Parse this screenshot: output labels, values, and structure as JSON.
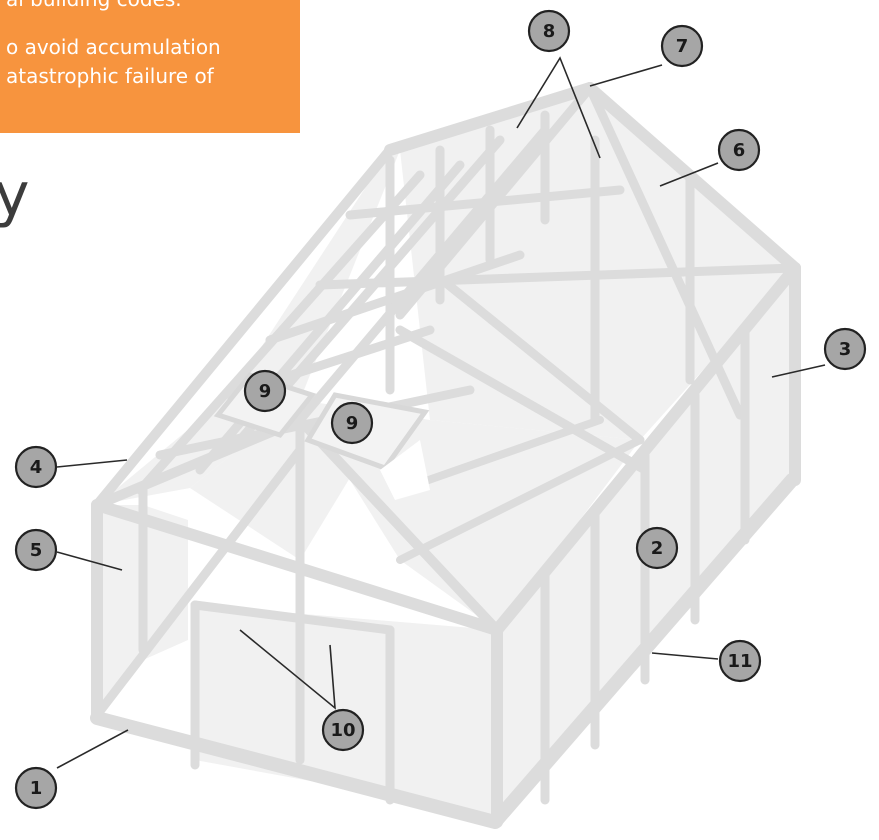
{
  "note": {
    "lines": [
      "al building codes.",
      "o avoid accumulation",
      "atastrophic failure of"
    ]
  },
  "heading_fragment": "y",
  "callouts": [
    "1",
    "2",
    "3",
    "4",
    "5",
    "6",
    "7",
    "8",
    "9",
    "9",
    "10",
    "11"
  ],
  "colors": {
    "note_background": "#f7943e",
    "note_text": "#ffffff",
    "frame": "#dcdcdc",
    "panel": "#f1f1f1",
    "callout_fill": "#a6a6a6",
    "callout_outline": "#222222"
  }
}
